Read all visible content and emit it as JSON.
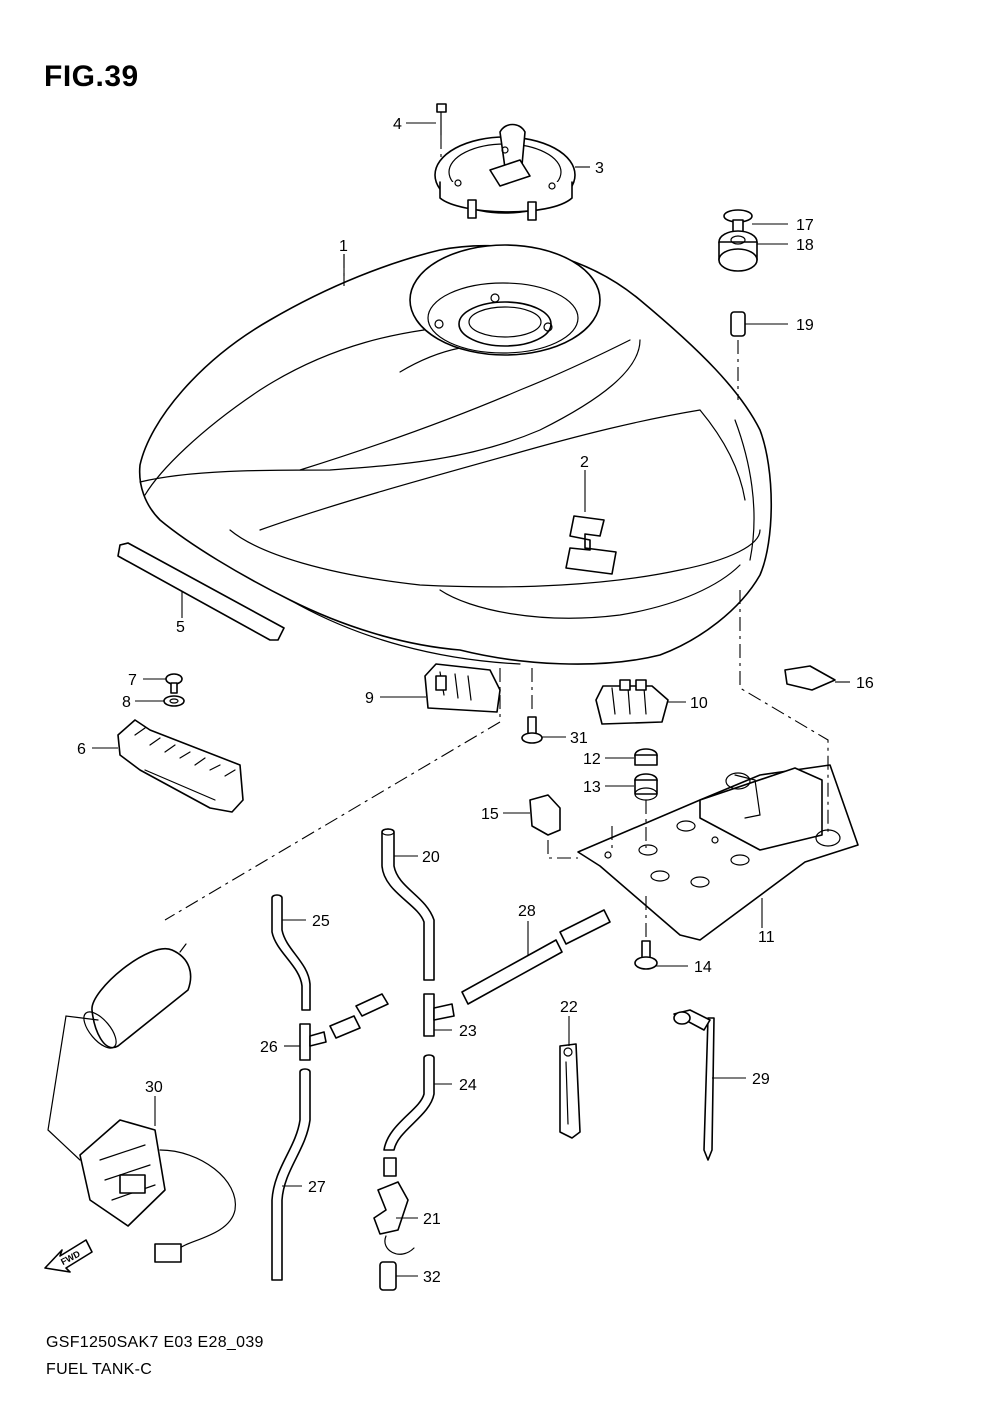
{
  "figure": {
    "title": "FIG.39",
    "model_code": "GSF1250SAK7  E03  E28_039",
    "caption": "FUEL TANK-C",
    "fwd_arrow_text": "FWD"
  },
  "callouts": [
    "1",
    "2",
    "3",
    "4",
    "5",
    "6",
    "7",
    "8",
    "9",
    "10",
    "11",
    "12",
    "13",
    "14",
    "15",
    "16",
    "17",
    "18",
    "19",
    "20",
    "21",
    "22",
    "23",
    "24",
    "25",
    "26",
    "27",
    "28",
    "29",
    "30",
    "31",
    "32"
  ]
}
